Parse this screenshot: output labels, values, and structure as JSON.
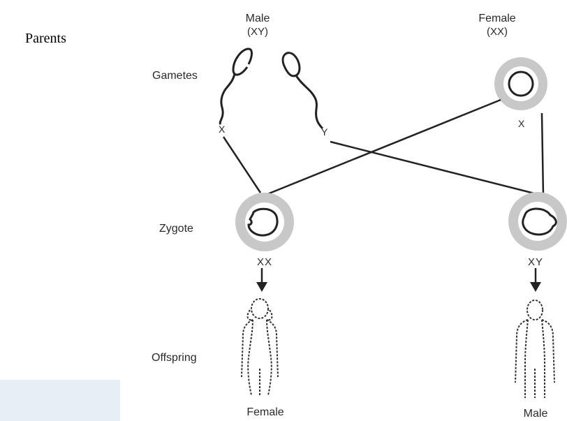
{
  "heading": "Parents",
  "parents": {
    "male": {
      "label": "Male",
      "genotype": "(XY)"
    },
    "female": {
      "label": "Female",
      "genotype": "(XX)"
    }
  },
  "labels": {
    "gametes": "Gametes",
    "zygote": "Zygote",
    "offspring": "Offspring"
  },
  "gametes": {
    "sperm_x": "X",
    "sperm_y": "Y",
    "egg_x": "X"
  },
  "zygotes": {
    "left": {
      "genotype": "XX"
    },
    "right": {
      "genotype": "XY"
    }
  },
  "offspring": {
    "left": {
      "sex": "Female"
    },
    "right": {
      "sex": "Male"
    }
  }
}
